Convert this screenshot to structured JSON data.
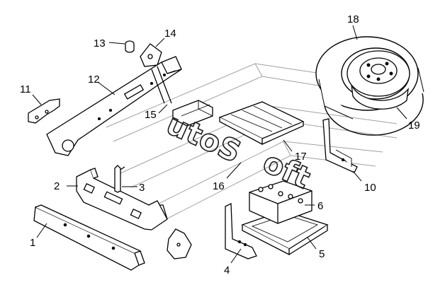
{
  "callouts": [
    {
      "id": "1",
      "label": "1"
    },
    {
      "id": "2",
      "label": "2"
    },
    {
      "id": "3",
      "label": "3"
    },
    {
      "id": "4",
      "label": "4"
    },
    {
      "id": "5",
      "label": "5"
    },
    {
      "id": "6",
      "label": "6"
    },
    {
      "id": "10",
      "label": "10"
    },
    {
      "id": "11",
      "label": "11"
    },
    {
      "id": "12",
      "label": "12"
    },
    {
      "id": "13",
      "label": "13"
    },
    {
      "id": "14",
      "label": "14"
    },
    {
      "id": "15",
      "label": "15"
    },
    {
      "id": "16",
      "label": "16"
    },
    {
      "id": "17",
      "label": "17"
    },
    {
      "id": "18",
      "label": "18"
    },
    {
      "id": "19",
      "label": "19"
    }
  ],
  "watermark": {
    "text_left": "utoS",
    "text_right": "oft",
    "color": "#1a1a1a"
  },
  "colors": {
    "line": "#000000",
    "faint": "#9a9a9a",
    "background": "#ffffff"
  }
}
